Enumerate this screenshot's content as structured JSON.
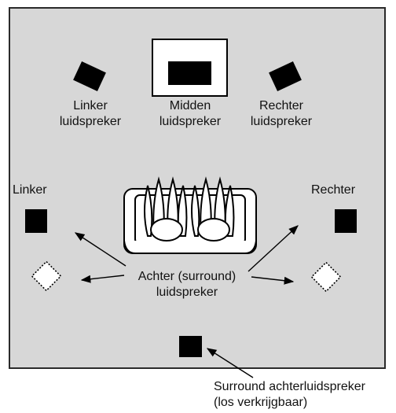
{
  "labels": {
    "front_left": [
      "Linker",
      "luidspreker"
    ],
    "center": [
      "Midden",
      "luidspreker"
    ],
    "front_right": [
      "Rechter",
      "luidspreker"
    ],
    "side_left": "Linker",
    "side_right": "Rechter",
    "surround": [
      "Achter (surround)",
      "luidspreker"
    ],
    "surround_back": [
      "Surround achterluidspreker",
      "(los verkrijgbaar)"
    ]
  },
  "colors": {
    "room": "#d7d7d7",
    "room_border": "#2a2a2a",
    "speaker": "#000000",
    "optional_speaker_fill": "#ffffff"
  },
  "icons": {
    "speaker": "speaker-icon",
    "optional_speaker": "optional-speaker-icon",
    "tv": "tv-icon",
    "sofa": "sofa-icon"
  }
}
